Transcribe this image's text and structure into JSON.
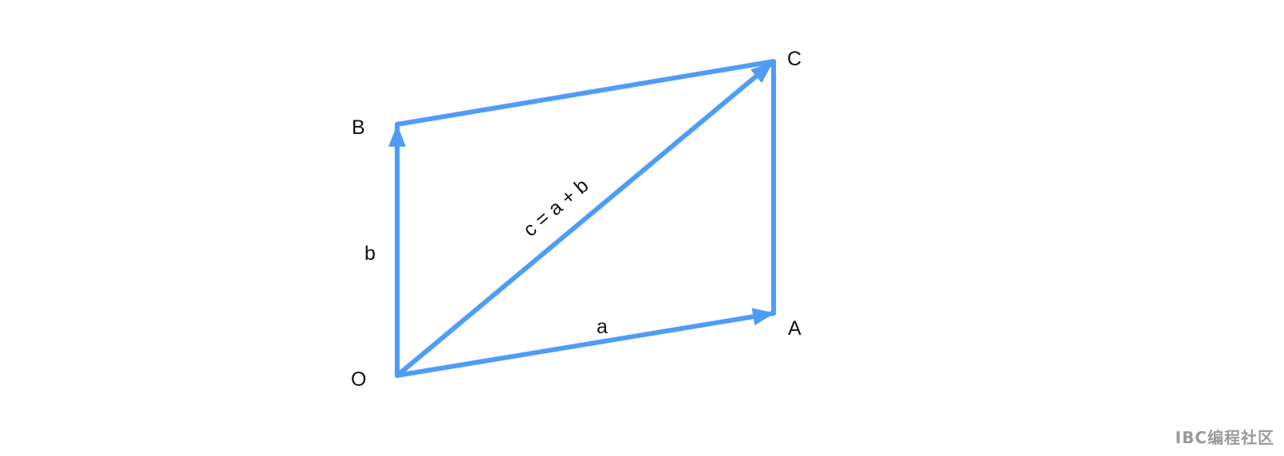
{
  "diagram": {
    "points": {
      "O": "O",
      "A": "A",
      "B": "B",
      "C": "C"
    },
    "vector_labels": {
      "a": "a",
      "b": "b",
      "c": "c = a + b"
    },
    "colors": {
      "vector": "#4f9cf8",
      "text": "#111111"
    }
  },
  "watermark": "IBC编程社区"
}
